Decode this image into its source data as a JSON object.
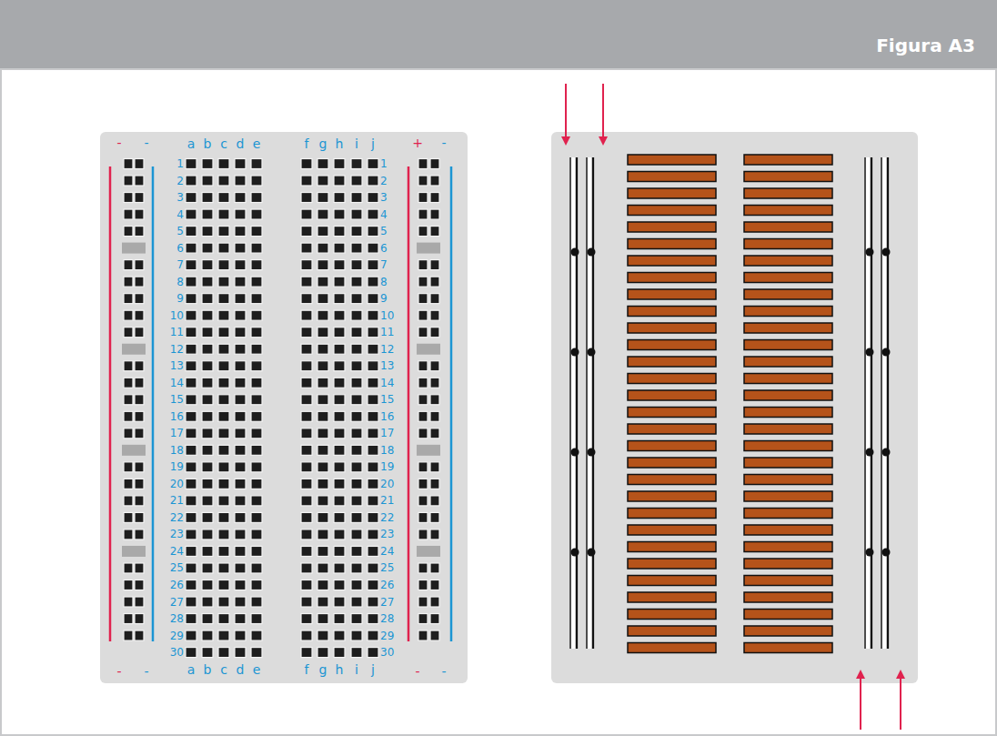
{
  "diagram": {
    "title": "Figura A3",
    "labels": [
      "-",
      "-",
      "a",
      "b",
      "c",
      "d",
      "e",
      "f",
      "g",
      "h",
      "i",
      "j",
      "+",
      "-",
      "1",
      "2",
      "3",
      "4",
      "5",
      "6",
      "7",
      "8",
      "9",
      "10",
      "11",
      "12",
      "13",
      "14",
      "15",
      "16",
      "17",
      "18",
      "19",
      "20",
      "21",
      "22",
      "23",
      "24",
      "25",
      "26",
      "27",
      "28",
      "29",
      "30",
      "1",
      "2",
      "3",
      "4",
      "5",
      "6",
      "7",
      "8",
      "9",
      "10",
      "11",
      "12",
      "13",
      "14",
      "15",
      "16",
      "17",
      "18",
      "19",
      "20",
      "21",
      "22",
      "23",
      "24",
      "25",
      "26",
      "27",
      "28",
      "29",
      "30",
      "-",
      "-",
      "a",
      "b",
      "c",
      "d",
      "e",
      "f",
      "g",
      "h",
      "i",
      "j",
      "-",
      "-"
    ]
  }
}
